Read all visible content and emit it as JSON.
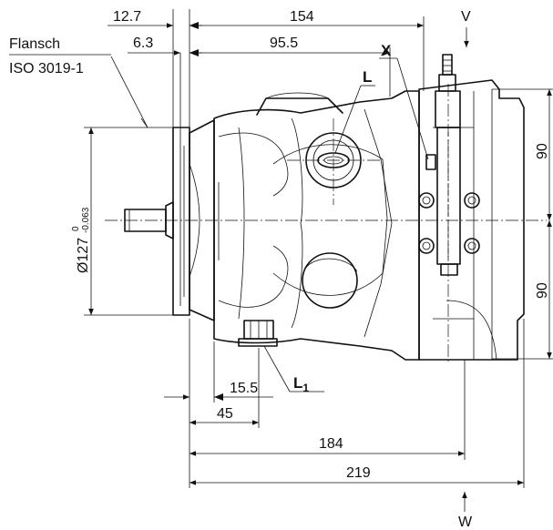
{
  "flange": {
    "line1": "Flansch",
    "line2": "ISO 3019-1"
  },
  "dimensions": {
    "d_12_7": "12.7",
    "d_154": "154",
    "d_6_3": "6.3",
    "d_95_5": "95.5",
    "d_90_top": "90",
    "d_90_bottom": "90",
    "d_15_5": "15.5",
    "d_45": "45",
    "d_184": "184",
    "d_219": "219",
    "diameter": "Ø127",
    "tol_upper": "0",
    "tol_lower": "-0.063"
  },
  "ports": {
    "v": "V",
    "w": "W",
    "x": "X",
    "l": "L",
    "l1": "L",
    "l1_sub": "1"
  }
}
